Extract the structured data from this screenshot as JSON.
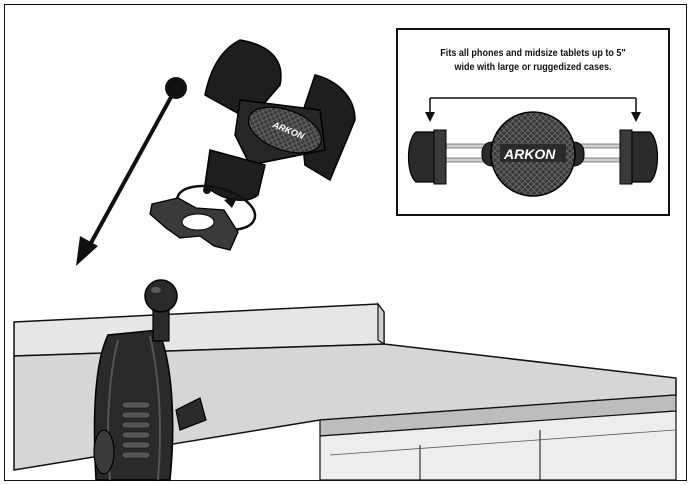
{
  "callout": {
    "line1": "Fits all phones and midsize tablets up to 5\"",
    "line2": "wide with large or ruggedized cases."
  },
  "brand": {
    "logo_text": "ARKON"
  },
  "colors": {
    "line": "#111111",
    "counter_top": "#d9d9d9",
    "counter_front": "#ececec",
    "mount_dark": "#2a2a2a",
    "holder_dark": "#1e1e1e"
  },
  "icons": [
    "arrow-down-left-icon",
    "rotate-arrow-icon",
    "width-arrow-icon"
  ]
}
